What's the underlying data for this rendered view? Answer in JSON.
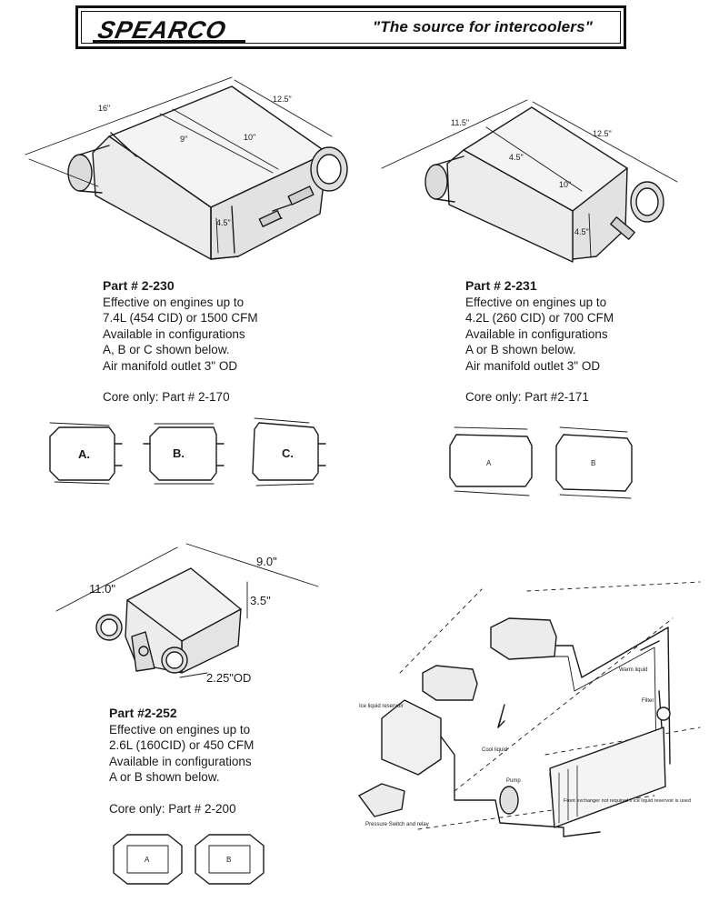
{
  "header": {
    "logo_text": "SPEARCO",
    "slogan": "\"The source for intercoolers\""
  },
  "parts": [
    {
      "title": "Part # 2-230",
      "lines": [
        "Effective on engines up to",
        "7.4L (454 CID) or 1500 CFM",
        "Available in configurations",
        "A, B or C shown below.",
        "Air manifold outlet 3\" OD"
      ],
      "core": "Core only: Part # 2-170",
      "dims": [
        "16\"",
        "12.5\"",
        "9\"",
        "10\"",
        "4.5\""
      ],
      "configs": [
        "A.",
        "B.",
        "C."
      ]
    },
    {
      "title": "Part # 2-231",
      "lines": [
        "Effective on engines up to",
        "4.2L (260 CID) or 700 CFM",
        "Available in configurations",
        "A or B shown below.",
        "Air manifold outlet 3\" OD"
      ],
      "core": "Core only: Part #2-171",
      "dims": [
        "11.5\"",
        "12.5\"",
        "4.5\"",
        "10\"",
        "4.5\""
      ],
      "configs": [
        "A",
        "B"
      ]
    },
    {
      "title": "Part #2-252",
      "lines": [
        "Effective on engines up to",
        "2.6L (160CID) or 450 CFM",
        "Available in configurations",
        "A or B shown below."
      ],
      "core": "Core only: Part # 2-200",
      "dims": [
        "11.0\"",
        "9.0\"",
        "3.5\"",
        "2.25\"OD"
      ],
      "configs": [
        "A",
        "B"
      ]
    }
  ],
  "schematic": {
    "labels": {
      "warm_liquid": "Warm liquid",
      "filter": "Filter",
      "ice_reservoir": "Ice liquid reservoir",
      "cool_liquid": "Cool liquid",
      "pump": "Pump",
      "pressure_switch": "Pressure Switch and relay",
      "front_exchanger": "Front exchanger not required if ice liquid reservoir is used"
    }
  }
}
